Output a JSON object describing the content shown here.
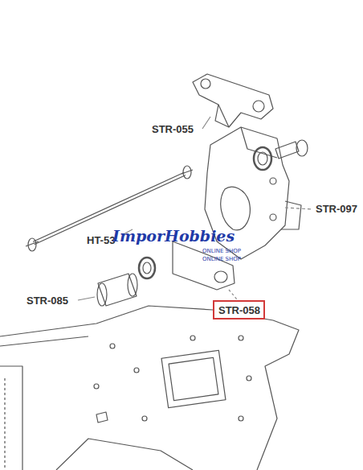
{
  "diagram": {
    "nodes": [
      {
        "text": [
          "STR-058"
        ]
      }
    ],
    "labels": [
      "STR-055",
      "STR-097",
      "HT-53",
      "STR-085",
      "ImporHobbies",
      "ONLINE SHOP",
      "ONLINE SHOP"
    ]
  }
}
